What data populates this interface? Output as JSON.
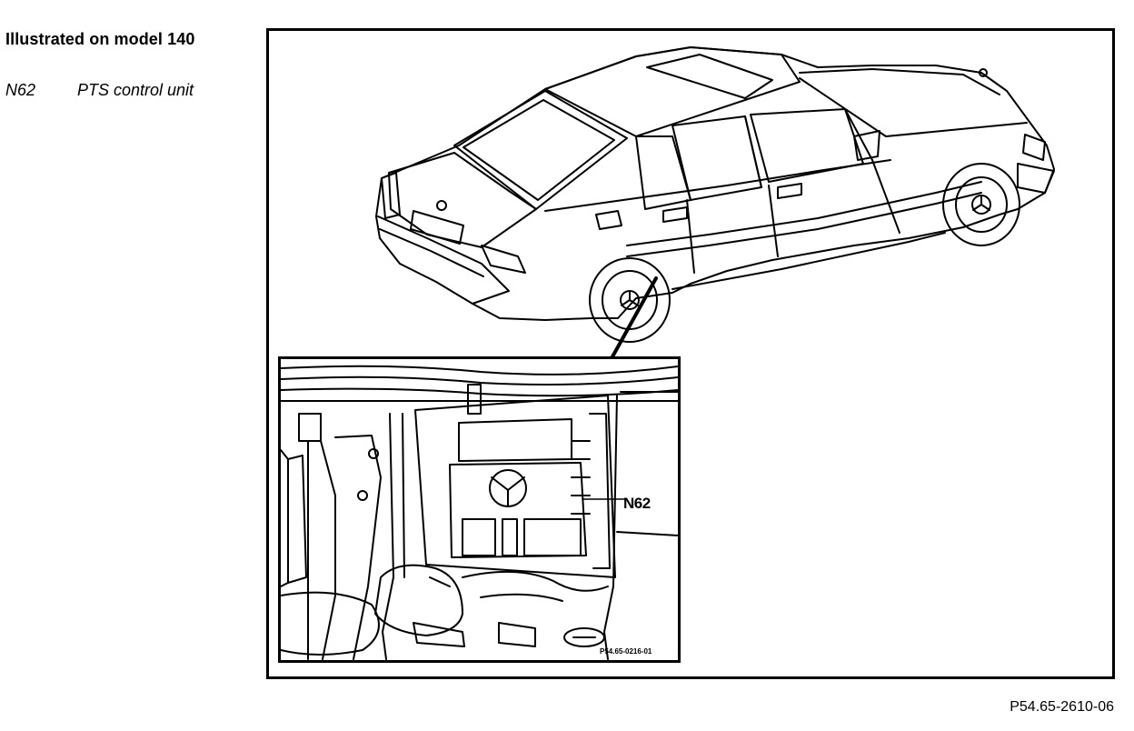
{
  "header": {
    "title": "Illustrated on model 140"
  },
  "legend": [
    {
      "code": "N62",
      "description": "PTS control unit"
    }
  ],
  "figure": {
    "callout_label": "N62",
    "inset_code": "P54.65-0216-01",
    "figure_code": "P54.65-2610-06"
  }
}
